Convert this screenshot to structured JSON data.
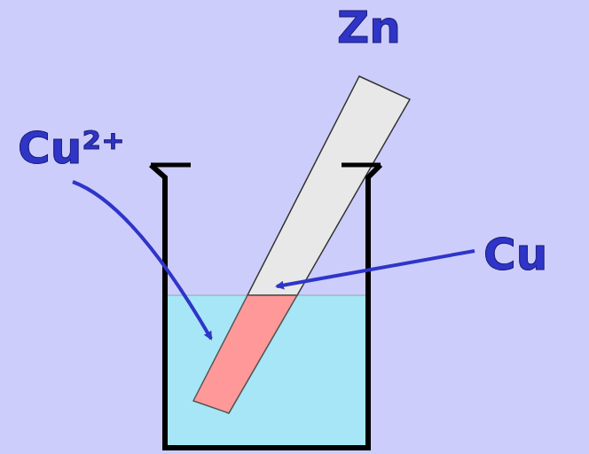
{
  "diagram": {
    "labels": [
      "Zn",
      "Cu²⁺",
      "Cu"
    ]
  }
}
